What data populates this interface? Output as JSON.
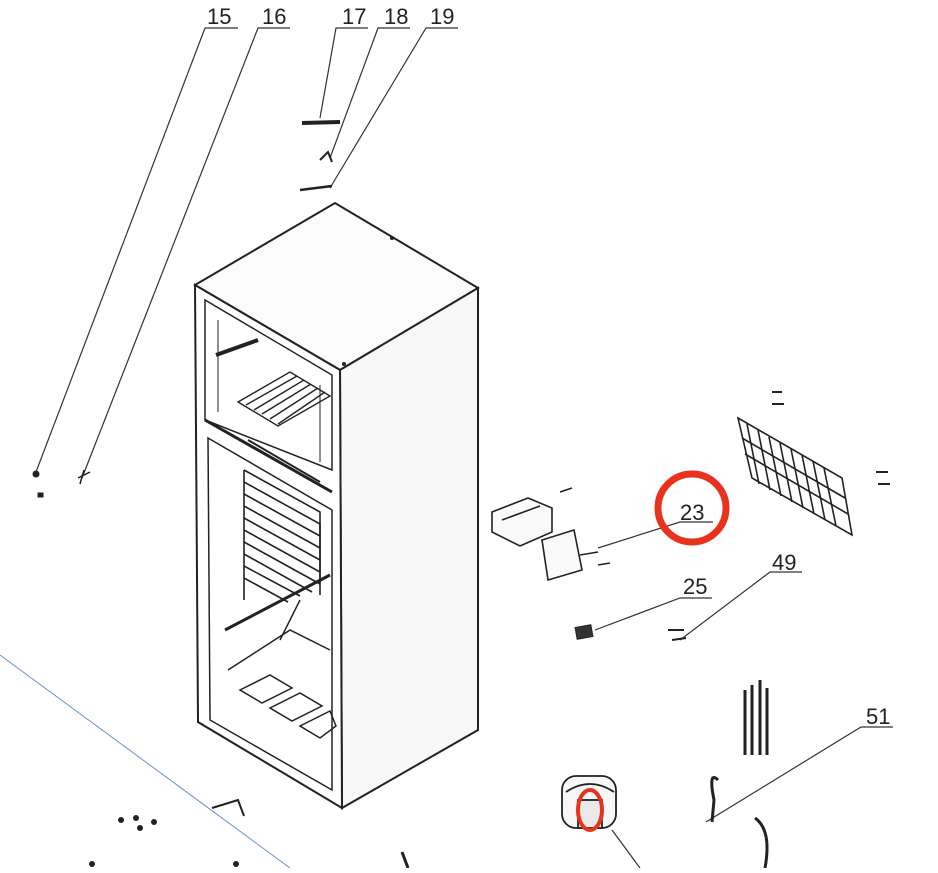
{
  "diagram": {
    "part_labels": [
      "15",
      "16",
      "17",
      "18",
      "19",
      "23",
      "25",
      "49",
      "51"
    ],
    "highlight_color": "#e8321e",
    "line_color": "#222222",
    "guide_line_color": "#6d8fcf"
  }
}
